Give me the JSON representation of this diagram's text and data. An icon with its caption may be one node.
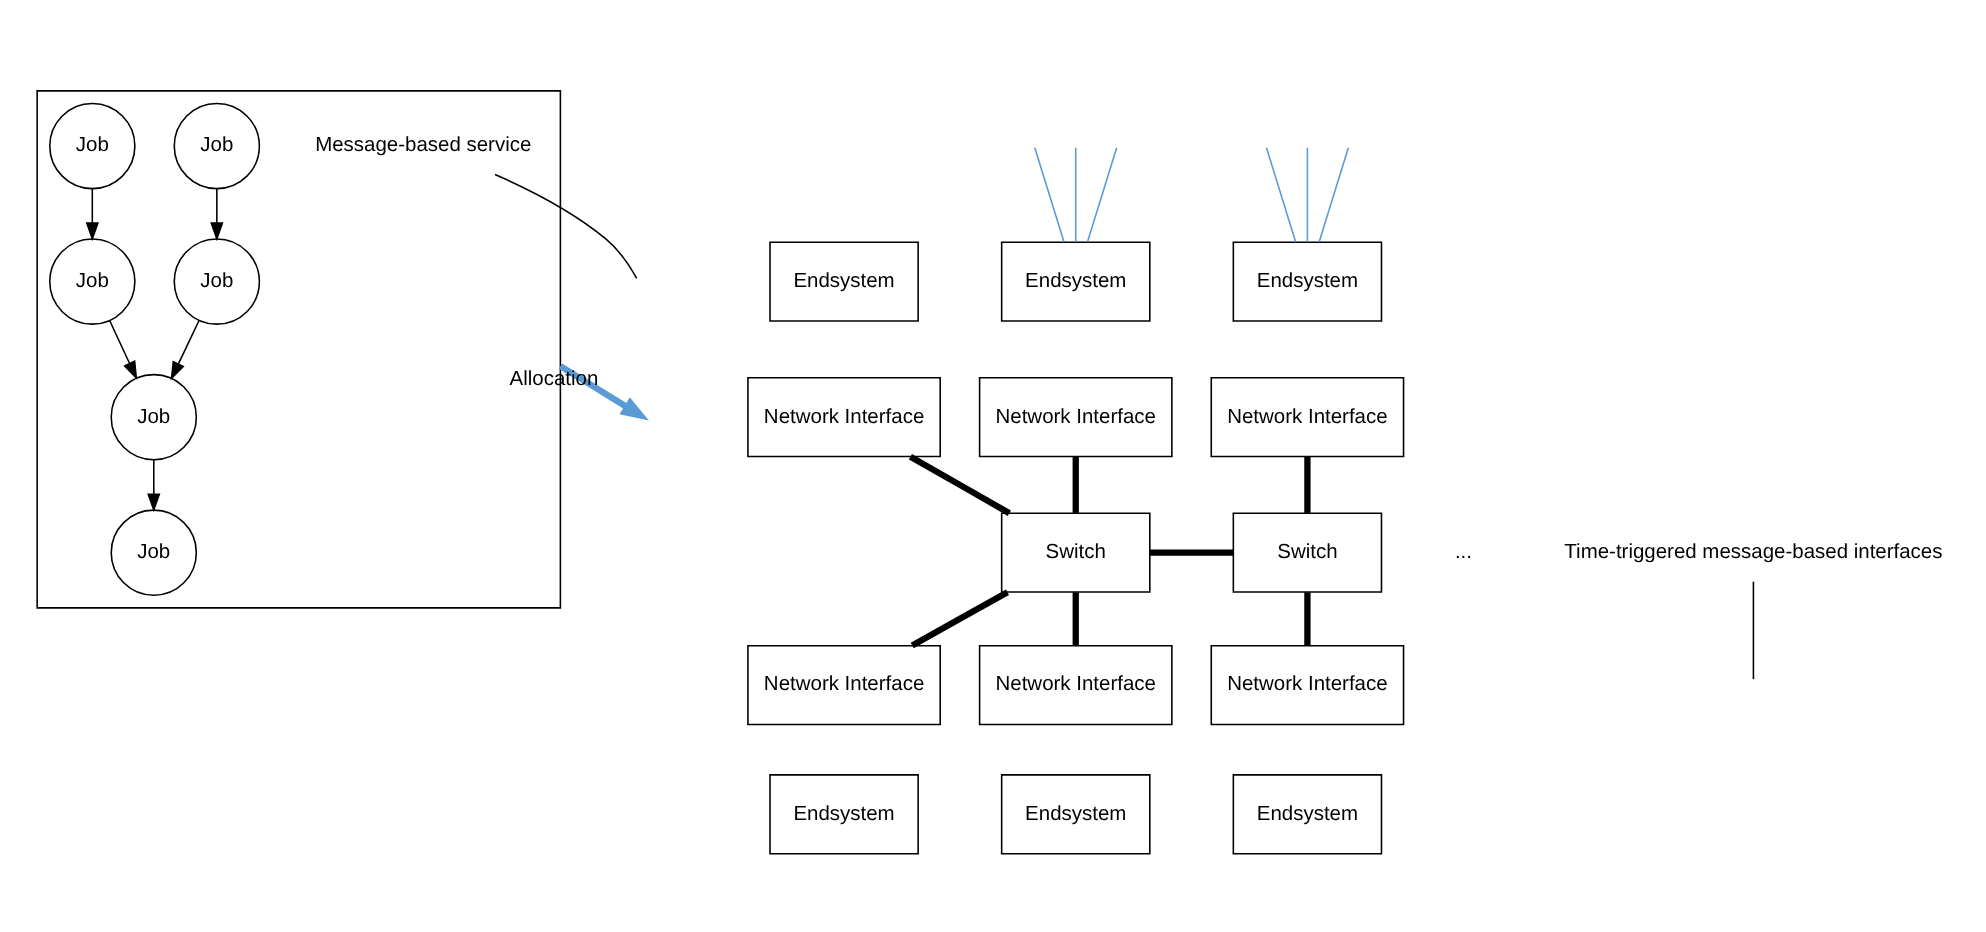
{
  "diagram": {
    "nodes": [
      {
        "text": [],
        "shape": "box"
      },
      {
        "text": [
          "Job"
        ],
        "in": 0
      },
      {
        "text": [
          "Job"
        ],
        "in": 0
      },
      {
        "text": [
          "Job"
        ],
        "in": 0
      },
      {
        "text": [
          "Job"
        ],
        "in": 0
      },
      {
        "text": [
          "Job"
        ],
        "in": 0
      },
      {
        "text": [
          "Job"
        ],
        "in": 0
      },
      {
        "text": [
          "Message-based service"
        ],
        "in": 0
      },
      {
        "text": [
          "Endsystem"
        ]
      },
      {
        "text": [
          "Network Interface"
        ]
      },
      {
        "text": [
          "Endsystem"
        ]
      },
      {
        "text": [
          "Network Interface"
        ]
      },
      {
        "text": [
          "Endsystem"
        ]
      },
      {
        "text": [
          "Network Interface"
        ]
      },
      {
        "text": [
          "Switch"
        ]
      },
      {
        "text": [
          "Switch"
        ]
      },
      {
        "text": [
          "Network Interface"
        ]
      },
      {
        "text": [
          "Endsystem"
        ]
      },
      {
        "text": [
          "Network Interface"
        ]
      },
      {
        "text": [
          "Endsystem"
        ]
      },
      {
        "text": [
          "Network Interface"
        ]
      },
      {
        "text": [
          "Endsystem"
        ]
      },
      {
        "text": [
          "Time-triggered message-based interfaces"
        ]
      }
    ],
    "edges": [
      {
        "from": 1,
        "to": 2,
        "arrow": "to"
      },
      {
        "from": 2,
        "to": 5,
        "arrow": "to"
      },
      {
        "from": 3,
        "to": 4,
        "arrow": "to"
      },
      {
        "from": 4,
        "to": 5,
        "arrow": "to"
      },
      {
        "from": 5,
        "to": 6,
        "arrow": "to"
      },
      {
        "from": 7,
        "to": null,
        "arrow": "none"
      },
      {
        "from": 0,
        "to": null,
        "arrow": "to",
        "label": "Allocation",
        "style": "thick",
        "color": "#5b9bd5"
      },
      {
        "from": 9,
        "to": 14,
        "arrow": "none",
        "style": "thick"
      },
      {
        "from": 11,
        "to": 14,
        "arrow": "none",
        "style": "thick"
      },
      {
        "from": 13,
        "to": 15,
        "arrow": "none",
        "style": "thick"
      },
      {
        "from": 14,
        "to": 15,
        "arrow": "none",
        "style": "thick"
      },
      {
        "from": 14,
        "to": 16,
        "arrow": "none",
        "style": "thick"
      },
      {
        "from": 14,
        "to": 18,
        "arrow": "none",
        "style": "thick"
      },
      {
        "from": 15,
        "to": 20,
        "arrow": "none",
        "style": "thick"
      },
      {
        "from": null,
        "to": 10,
        "arrow": "none",
        "color": "#5b9bd5"
      },
      {
        "from": null,
        "to": 10,
        "arrow": "none",
        "color": "#5b9bd5"
      },
      {
        "from": null,
        "to": 10,
        "arrow": "none",
        "color": "#5b9bd5"
      },
      {
        "from": null,
        "to": 12,
        "arrow": "none",
        "color": "#5b9bd5"
      },
      {
        "from": null,
        "to": 12,
        "arrow": "none",
        "color": "#5b9bd5"
      },
      {
        "from": null,
        "to": 12,
        "arrow": "none",
        "color": "#5b9bd5"
      },
      {
        "from": 22,
        "to": null,
        "arrow": "none"
      }
    ],
    "labels": [
      "..."
    ]
  }
}
